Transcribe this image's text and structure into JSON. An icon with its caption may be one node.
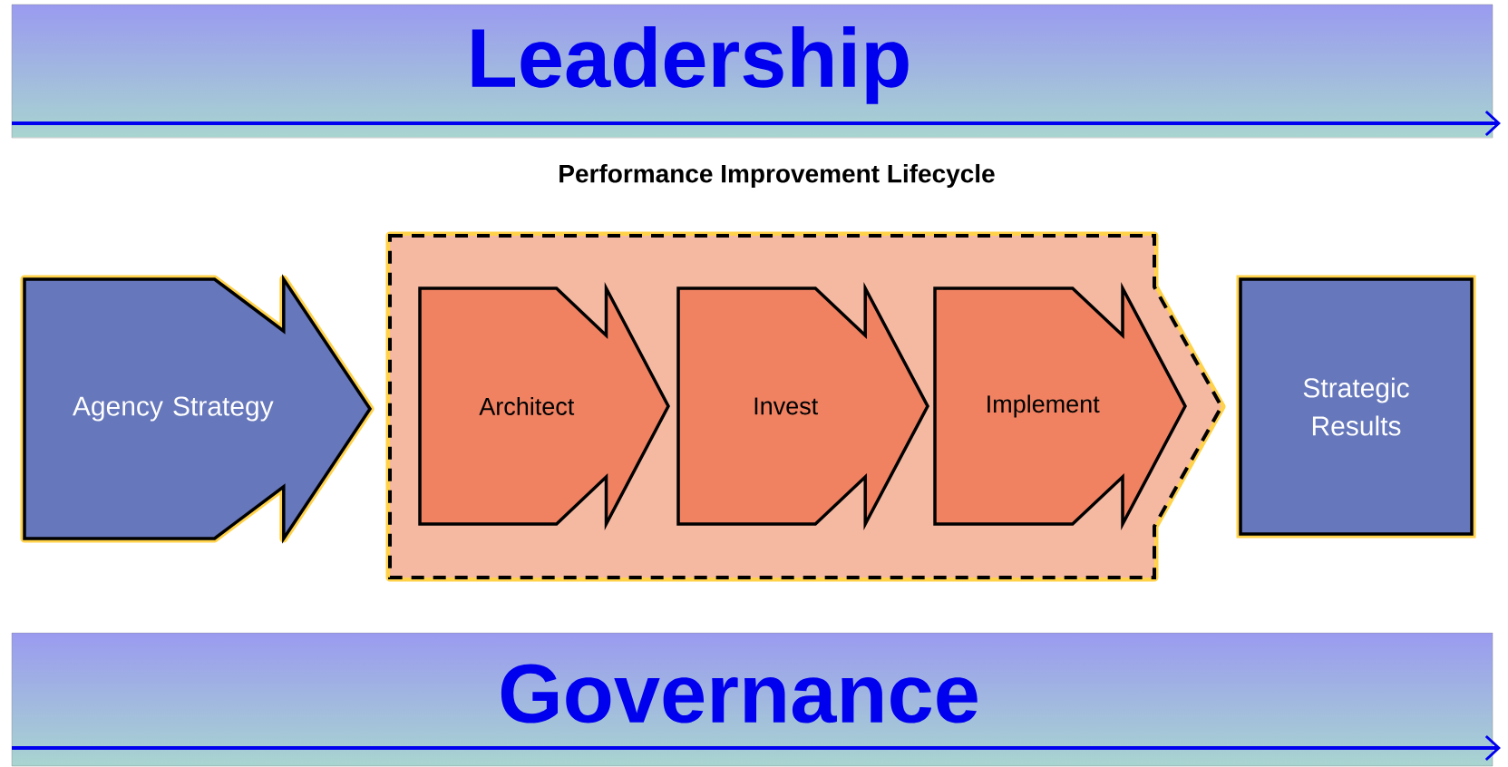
{
  "diagram": {
    "nodes": [
      {
        "text": [
          "Leadership"
        ]
      },
      {
        "text": [
          "Agency Strategy"
        ]
      },
      {
        "text": [
          "Performance Improvement Lifecycle"
        ]
      },
      {
        "text": [
          "Architect"
        ],
        "in": 2
      },
      {
        "text": [
          "Invest"
        ],
        "in": 2
      },
      {
        "text": [
          "Implement"
        ],
        "in": 2
      },
      {
        "text": [
          "Strategic Results"
        ]
      },
      {
        "text": [
          "Governance"
        ]
      }
    ]
  }
}
